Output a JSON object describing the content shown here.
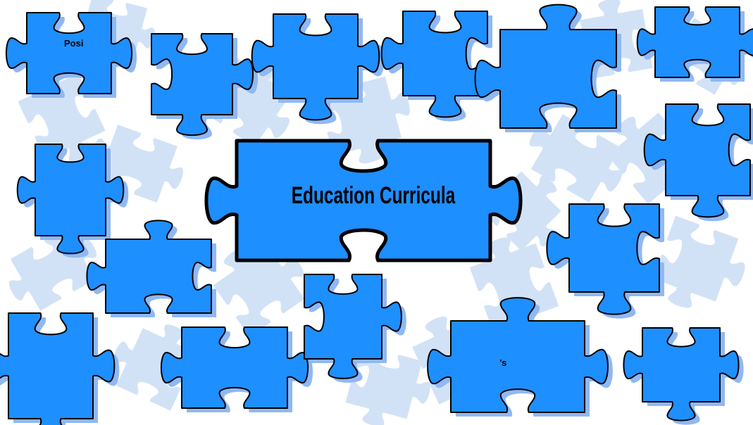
{
  "colors": {
    "piece_fill": "#1E8FFF",
    "piece_stroke": "#000000",
    "piece_shadow": "#8FB8F4",
    "faded_piece": "#D2E2F6",
    "background": "#FFFFFF"
  },
  "title": "Education Curricula",
  "labels": {
    "top_left": "Posi",
    "bottom_center": "’s"
  },
  "icons": {
    "piece": "puzzle-piece-icon"
  }
}
